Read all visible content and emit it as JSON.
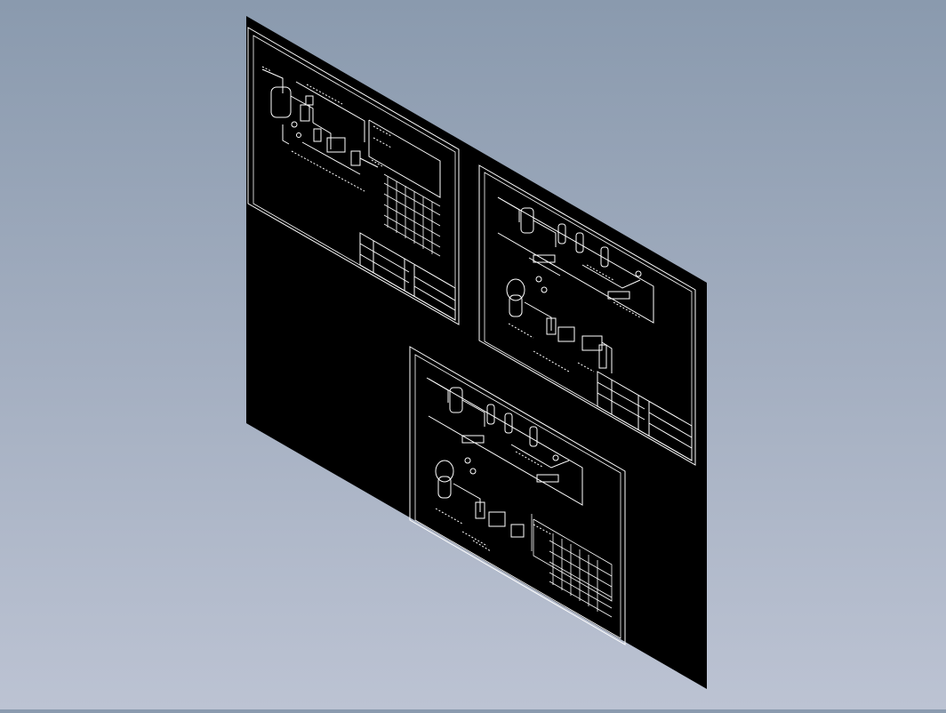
{
  "viewport": {
    "background_top": "#8a9aae",
    "background_bottom": "#bcc3d3"
  },
  "board": {
    "fill": "#000000",
    "line_color": "#ffffff"
  },
  "sheets": [
    {
      "id": "sheet-upper-left",
      "title_block_text": "",
      "schematic_labels": []
    },
    {
      "id": "sheet-upper-right",
      "title_block_text": "",
      "schematic_labels": []
    },
    {
      "id": "sheet-lower",
      "title_block_text": "",
      "schematic_labels": []
    }
  ]
}
